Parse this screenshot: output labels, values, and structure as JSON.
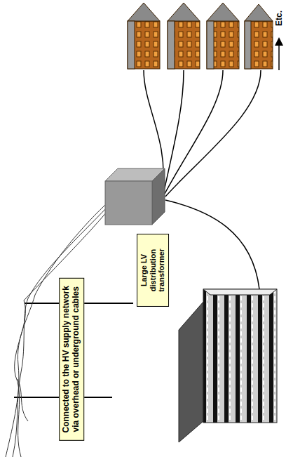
{
  "diagram": {
    "nodes": [
      {
        "text": [
          "Connected to the HV supply network via overhead or underground cables"
        ]
      },
      {
        "text": [
          "Large LV distribution transformer"
        ]
      }
    ],
    "labels": [
      "Etc."
    ]
  }
}
